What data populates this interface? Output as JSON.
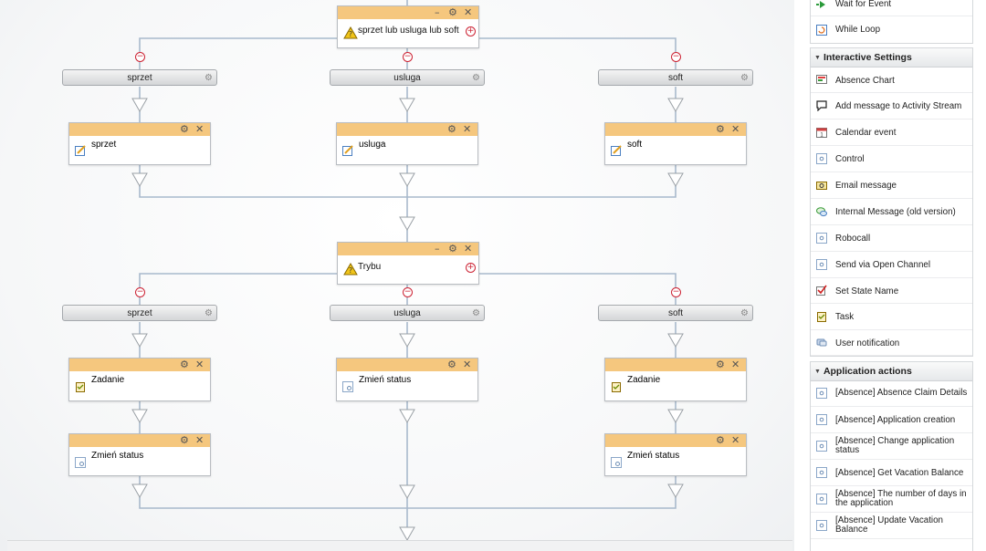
{
  "workflow": {
    "top_condition": {
      "label": "sprzet lub usluga lub soft"
    },
    "first_branches": [
      "sprzet",
      "usluga",
      "soft"
    ],
    "first_actions": [
      "sprzet",
      "usluga",
      "soft"
    ],
    "second_condition": {
      "label": "Trybu"
    },
    "second_branches": [
      "sprzet",
      "usluga",
      "soft"
    ],
    "second_actions_row1": [
      "Zadanie",
      "Zmień status",
      "Zadanie"
    ],
    "second_actions_row2": [
      "Zmień status",
      "",
      "Zmień status"
    ]
  },
  "panel": {
    "top_items": [
      "Wait for Event",
      "While Loop"
    ],
    "interactive": {
      "title": "Interactive Settings",
      "items": [
        {
          "label": "Absence Chart",
          "icon": "chart-icon"
        },
        {
          "label": "Add message to Activity Stream",
          "icon": "speech-bubble-icon"
        },
        {
          "label": "Calendar event",
          "icon": "calendar-icon"
        },
        {
          "label": "Control",
          "icon": "control-icon"
        },
        {
          "label": "Email message",
          "icon": "email-icon"
        },
        {
          "label": "Internal Message (old version)",
          "icon": "chat-icon"
        },
        {
          "label": "Robocall",
          "icon": "robocall-icon"
        },
        {
          "label": "Send via Open Channel",
          "icon": "open-channel-icon"
        },
        {
          "label": "Set State Name",
          "icon": "checkmark-icon"
        },
        {
          "label": "Task",
          "icon": "task-icon"
        },
        {
          "label": "User notification",
          "icon": "notification-icon"
        }
      ]
    },
    "application": {
      "title": "Application actions",
      "items": [
        {
          "label": "[Absence] Absence Claim Details",
          "icon": "app-action-icon"
        },
        {
          "label": "[Absence] Application creation",
          "icon": "app-action-icon"
        },
        {
          "label": "[Absence] Change application status",
          "icon": "app-action-icon"
        },
        {
          "label": "[Absence] Get Vacation Balance",
          "icon": "app-action-icon"
        },
        {
          "label": "[Absence] The number of days in the application",
          "icon": "app-action-icon"
        },
        {
          "label": "[Absence] Update Vacation Balance",
          "icon": "app-action-icon"
        }
      ]
    }
  },
  "colors": {
    "block_header": "#f5c77e",
    "wire": "#a8b9cc",
    "minus": "#cc2233"
  }
}
